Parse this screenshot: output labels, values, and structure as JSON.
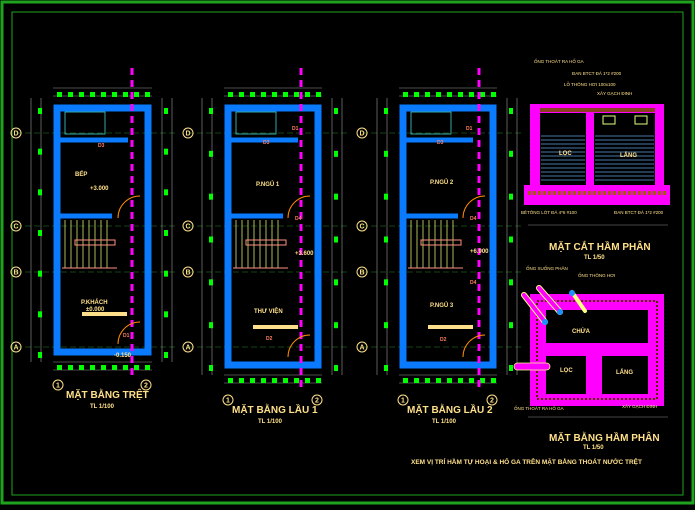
{
  "drawing": {
    "plans": [
      {
        "title": "MẶT BẰNG TRỆT",
        "scale": "TL 1/100",
        "rooms": [
          "BẾP",
          "P.KHÁCH"
        ],
        "levels": [
          "+3.000",
          "±0.000",
          "-0.150"
        ],
        "doors": [
          "D1",
          "D3"
        ]
      },
      {
        "title": "MẶT BẰNG LẦU 1",
        "scale": "TL 1/100",
        "rooms": [
          "P.NGỦ 1",
          "THƯ VIỆN"
        ],
        "levels": [
          "+3.600"
        ],
        "doors": [
          "D4",
          "D2",
          "D1",
          "D3"
        ]
      },
      {
        "title": "MẶT BẰNG LẦU 2",
        "scale": "TL 1/100",
        "rooms": [
          "P.NGỦ 2",
          "P.NGỦ 3"
        ],
        "levels": [
          "+6.900"
        ],
        "doors": [
          "D4",
          "D4",
          "D2",
          "D1",
          "D3"
        ]
      }
    ],
    "axes": {
      "horizontal": [
        "D",
        "C",
        "B",
        "A"
      ],
      "vertical": [
        "1",
        "2"
      ]
    },
    "section": {
      "title": "MẶT CẮT HẦM PHÂN",
      "scale": "TL 1/50",
      "labels": {
        "outlet_pipe": "ỐNG THOÁT RA HỐ GA",
        "cover_slab": "ĐAN BTCT ĐÁ 1*2 #200",
        "vent_hole": "LỖ THÔNG HƠI 100x100",
        "brick_wall": "XÂY GẠCH ĐINH",
        "lining": "BÊTÔNG LÓT ĐÁ 4*6 #100",
        "base_slab": "ĐAN BTCT ĐÁ 1*2 #200",
        "filter": "LỌC",
        "settle": "LẮNG"
      }
    },
    "basement_plan": {
      "title": "MẶT BẰNG HẦM PHÂN",
      "scale": "TL 1/50",
      "labels": {
        "inlet_pipe": "ỐNG XUỐNG PHÂN",
        "vent_pipe": "ỐNG THÔNG HƠI",
        "outlet_pipe": "ỐNG THOÁT RA HỐ GA",
        "brick_wall": "XÂY GẠCH ĐINH",
        "storage": "CHỨA",
        "filter": "LỌC",
        "settle": "LẮNG"
      }
    },
    "footnote": "XEM VỊ TRÍ HẦM TỰ HOẠI & HỐ GA TRÊN MẶT BẰNG THOÁT NƯỚC TRỆT",
    "colors": {
      "background": "#000000",
      "border": "#1fa31f",
      "wall": "#0a7bff",
      "dim": "#00ff00",
      "axis_dash": "#ff00ff",
      "text": "#ffe08a",
      "septic": "#ff00ff"
    }
  }
}
